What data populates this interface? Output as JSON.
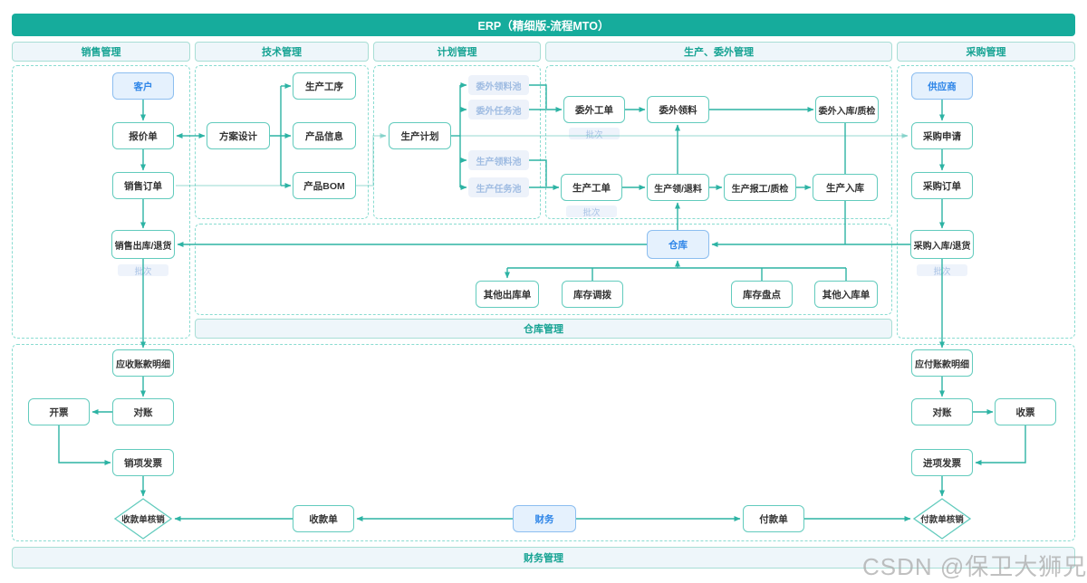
{
  "title": "ERP（精细版-流程MTO）",
  "sections": [
    "销售管理",
    "技术管理",
    "计划管理",
    "生产、委外管理",
    "采购管理"
  ],
  "zones": {
    "warehouse": "仓库管理",
    "finance": "财务管理"
  },
  "badge": "批次",
  "watermark": "CSDN @保卫大狮兄",
  "colors": {
    "header_teal": "#16ac9c",
    "section_fill": "#eef6fa",
    "section_text": "#16a393",
    "zone_dash": "#8adcd1",
    "node_border": "#62cbbd",
    "edge": "#2db3a4",
    "edge_light": "rgba(45,179,164,0.33)",
    "blue_node_fill": "#e5f1fd",
    "blue_node_border": "#8cbef0",
    "blue_node_text": "#2f86e8",
    "pool_fill": "#edf2fa",
    "pool_text": "#9fbce2"
  },
  "nodes": {
    "kehu": "客户",
    "baojiadan": "报价单",
    "xiaoshou_dingdan": "销售订单",
    "xiaoshou_chuku": "销售出库/退货",
    "yingshou_mingxi": "应收账款明细",
    "duizhang_left": "对账",
    "kaipiao": "开票",
    "xiaoxiang_fapiao": "销项发票",
    "shoukuandan_hexiao": "收款单核销",
    "shoukuandan": "收款单",
    "fangan_sheji": "方案设计",
    "shengchan_gongxu": "生产工序",
    "chanpin_xinxi": "产品信息",
    "chanpin_bom": "产品BOM",
    "shengchan_jihua": "生产计划",
    "weiwai_lingliao_chi": "委外领料池",
    "weiwai_renwu_chi": "委外任务池",
    "shengchan_lingliao_chi": "生产领料池",
    "shengchan_renwu_chi": "生产任务池",
    "weiwai_gongdan": "委外工单",
    "weiwai_lingliao": "委外领料",
    "weiwai_ruku": "委外入库/质检",
    "shengchan_gongdan": "生产工单",
    "shengchan_lingtui": "生产领/退料",
    "shengchan_baogong": "生产报工/质检",
    "shengchan_ruku": "生产入库",
    "cangku": "仓库",
    "qita_chuku": "其他出库单",
    "kucun_diaobo": "库存调拨",
    "kucun_pandian": "库存盘点",
    "qita_ruku": "其他入库单",
    "gongyingshang": "供应商",
    "caigou_shenqing": "采购申请",
    "caigou_dingdan": "采购订单",
    "caigou_ruku": "采购入库/退货",
    "yingfu_mingxi": "应付账款明细",
    "duizhang_right": "对账",
    "shoupiao": "收票",
    "jinxiang_fapiao": "进项发票",
    "fukuandan_hexiao": "付款单核销",
    "caiwu": "财务",
    "fukuandan": "付款单"
  }
}
